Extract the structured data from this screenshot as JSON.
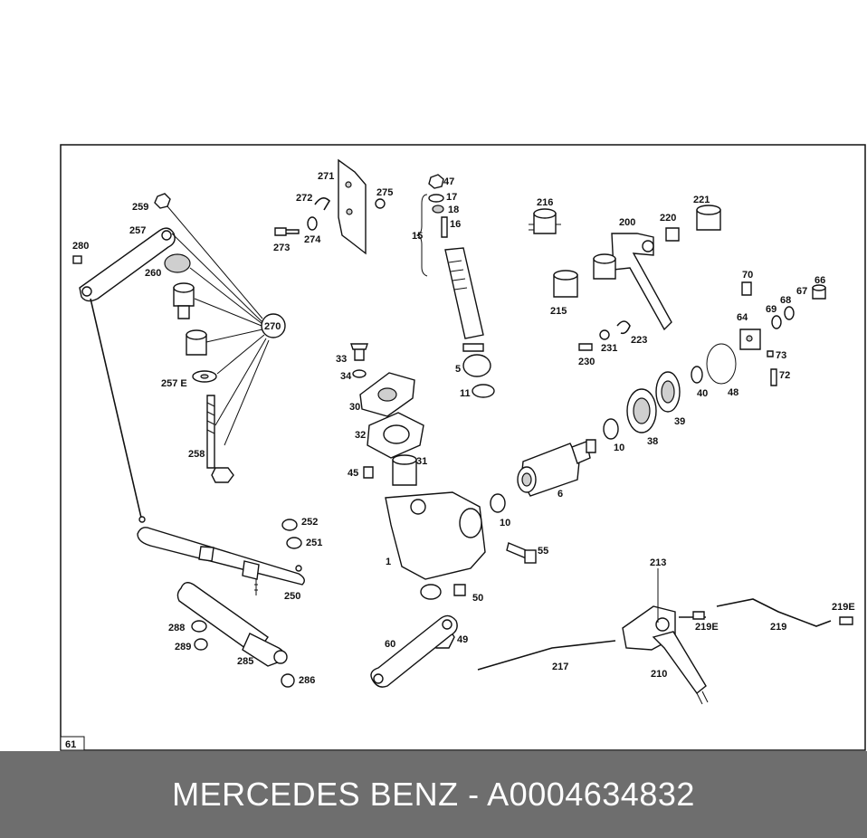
{
  "diagram": {
    "page_ref": "61",
    "callout_270": "270",
    "labels": {
      "l271": "271",
      "l272": "272",
      "l275": "275",
      "l273": "273",
      "l274": "274",
      "l47": "47",
      "l17": "17",
      "l18": "18",
      "l16": "16",
      "l15": "15",
      "l5": "5",
      "l11": "11",
      "l216": "216",
      "l200": "200",
      "l220": "220",
      "l221": "221",
      "l215": "215",
      "l230": "230",
      "l231": "231",
      "l223": "223",
      "l70": "70",
      "l66": "66",
      "l68": "68",
      "l67": "67",
      "l69": "69",
      "l64": "64",
      "l73": "73",
      "l72": "72",
      "l40": "40",
      "l48": "48",
      "l39": "39",
      "l38": "38",
      "l10a": "10",
      "l10b": "10",
      "l6": "6",
      "l259": "259",
      "l257": "257",
      "l280": "280",
      "l260": "260",
      "l257e": "257 E",
      "l258": "258",
      "l33": "33",
      "l34": "34",
      "l30": "30",
      "l32": "32",
      "l31": "31",
      "l45": "45",
      "l1": "1",
      "l55": "55",
      "l50": "50",
      "l49": "49",
      "l60": "60",
      "l252": "252",
      "l251": "251",
      "l250": "250",
      "l288": "288",
      "l289": "289",
      "l285": "285",
      "l286": "286",
      "l213": "213",
      "l219e_a": "219E",
      "l219e_b": "219E",
      "l219": "219",
      "l217": "217",
      "l210": "210"
    }
  },
  "footer": {
    "caption": "MERCEDES BENZ - A0004634832"
  }
}
